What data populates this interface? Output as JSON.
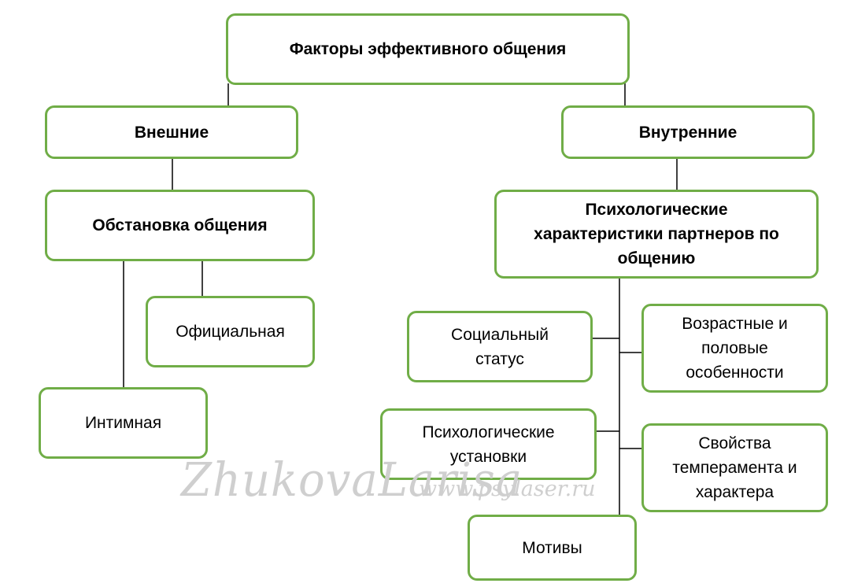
{
  "diagram": {
    "root": "Факторы эффективного общения",
    "external": "Внешние",
    "internal": "Внутренние",
    "setting": "Обстановка общения",
    "official": "Официальная",
    "intimate": "Интимная",
    "psych_characteristics": "Психологические\nхарактеристики партнеров по\nобщению",
    "social_status": "Социальный\nстатус",
    "age_gender": "Возрастные и\nполовые\nособенности",
    "psych_attitudes": "Психологические\nустановки",
    "temperament": "Свойства\nтемперамента и\nхарактера",
    "motives": "Мотивы"
  },
  "watermark": {
    "author": "ZhukovaLarisa",
    "site": "www.psylaser.ru"
  },
  "colors": {
    "border": "#70ad47",
    "line": "#000000",
    "watermark": "#cfcfcf"
  }
}
